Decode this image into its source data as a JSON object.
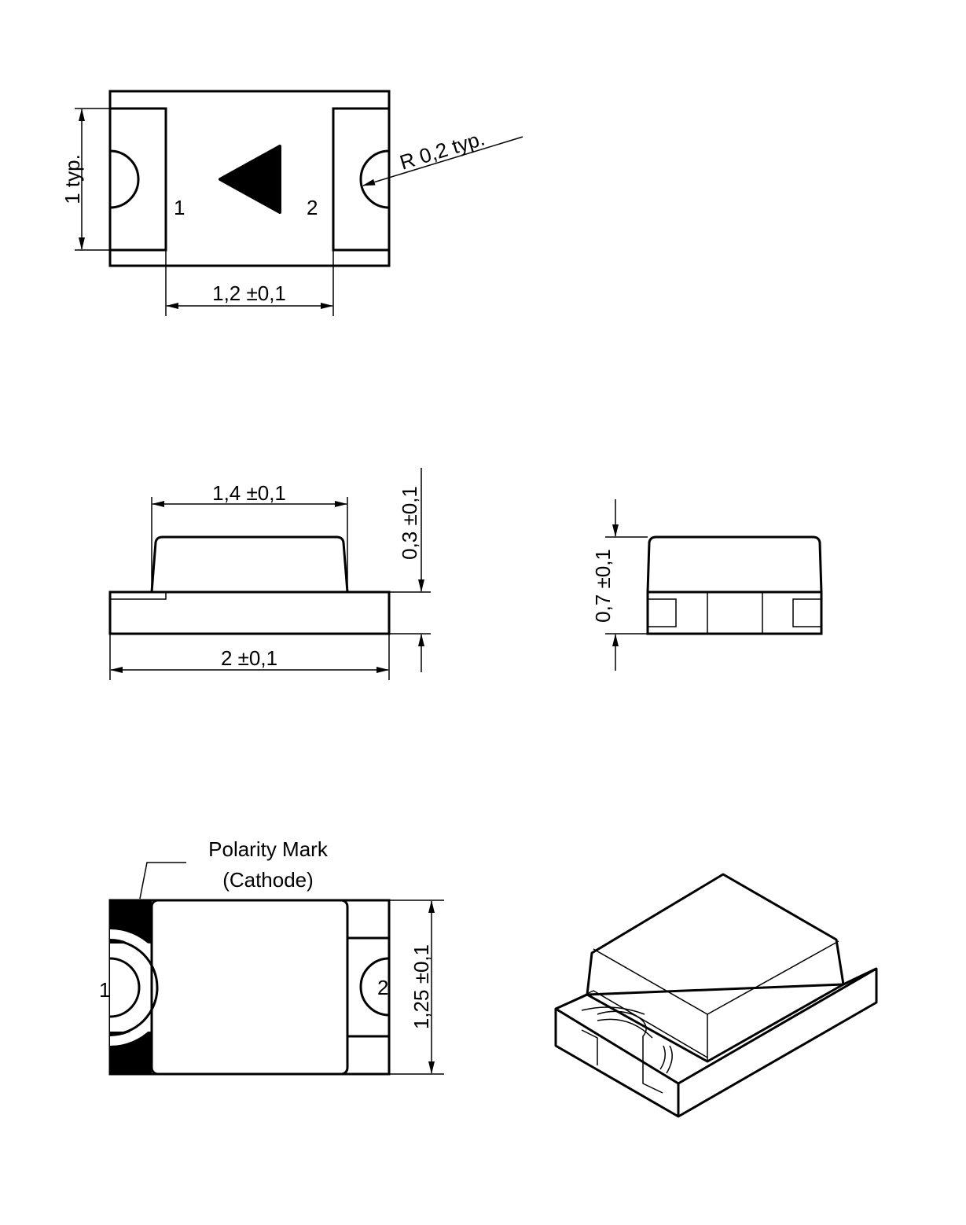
{
  "top_view": {
    "pin1": "1",
    "pin2": "2",
    "dim_height": "1  typ.",
    "dim_pad_gap": "1,2  ±0,1",
    "dim_radius": "R  0,2  typ."
  },
  "side_view": {
    "dim_dome_width": "1,4  ±0,1",
    "dim_length": "2  ±0,1",
    "dim_dome_height": "0,3  ±0,1"
  },
  "end_view": {
    "dim_total_height": "0,7  ±0,1"
  },
  "bottom_view": {
    "pin1": "1",
    "pin2": "2",
    "polarity_label_line1": "Polarity Mark",
    "polarity_label_line2": "(Cathode)",
    "dim_width": "1,25  ±0,1"
  },
  "colors": {
    "line": "#000000",
    "background": "#ffffff"
  }
}
